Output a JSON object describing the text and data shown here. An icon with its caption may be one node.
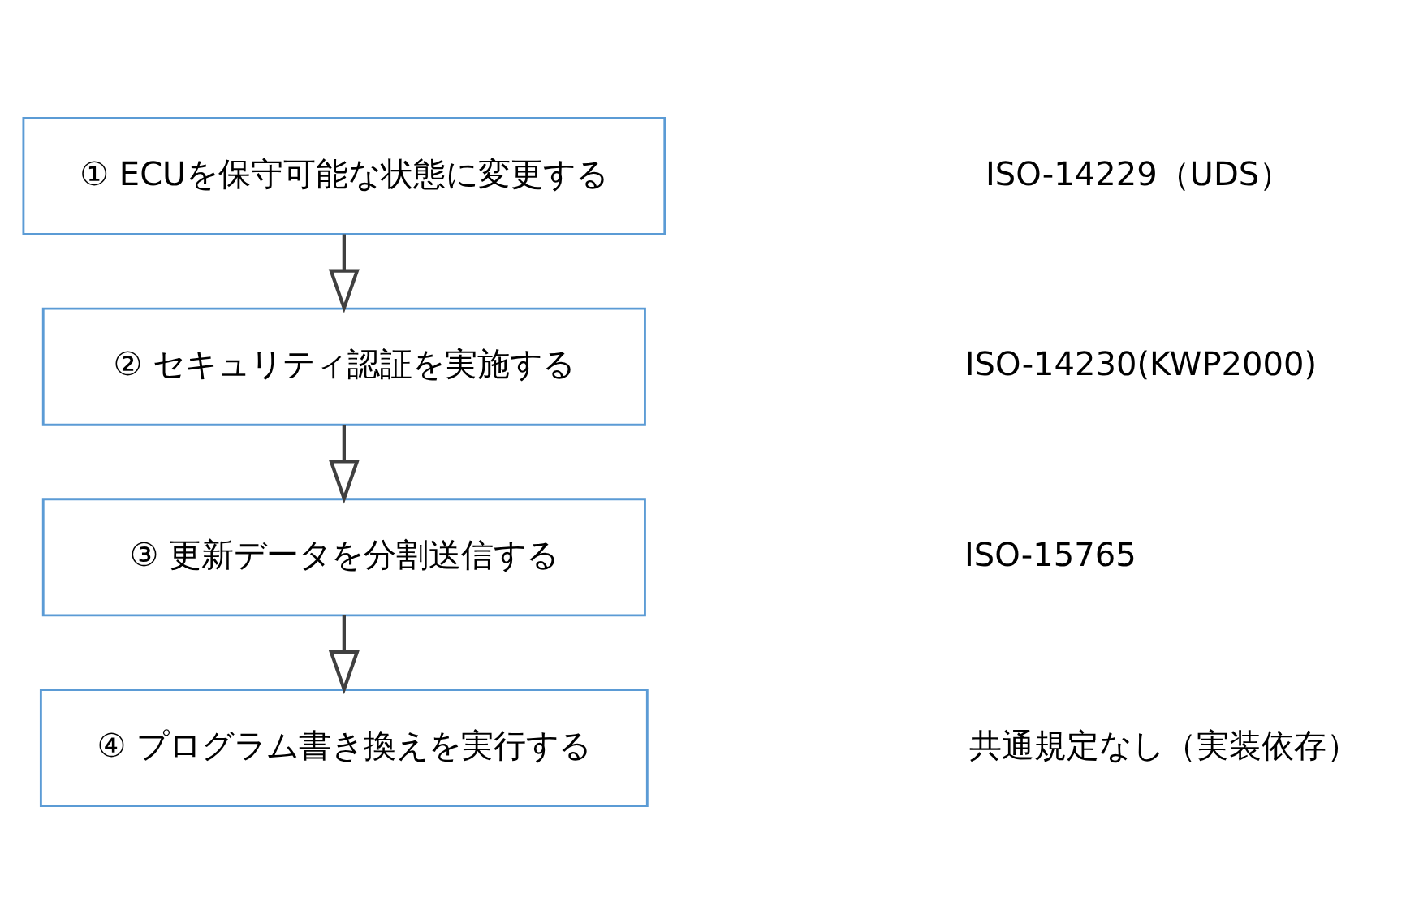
{
  "diagram": {
    "nodes": [
      {
        "text": [
          "① ECUを保守可能な状態に変更する"
        ]
      },
      {
        "text": [
          "② セキュリティ認証を実施する"
        ]
      },
      {
        "text": [
          "③ 更新データを分割送信する"
        ]
      },
      {
        "text": [
          "④ プログラム書き換えを実行する"
        ]
      }
    ],
    "edges": [
      {
        "from": 0,
        "to": 1,
        "arrow": "to"
      },
      {
        "from": 1,
        "to": 2,
        "arrow": "to"
      },
      {
        "from": 2,
        "to": 3,
        "arrow": "to"
      }
    ],
    "labels": [
      "ISO-14229（UDS）",
      "ISO-14230(KWP2000)",
      "ISO-15765",
      "共通規定なし（実装依存）"
    ]
  }
}
